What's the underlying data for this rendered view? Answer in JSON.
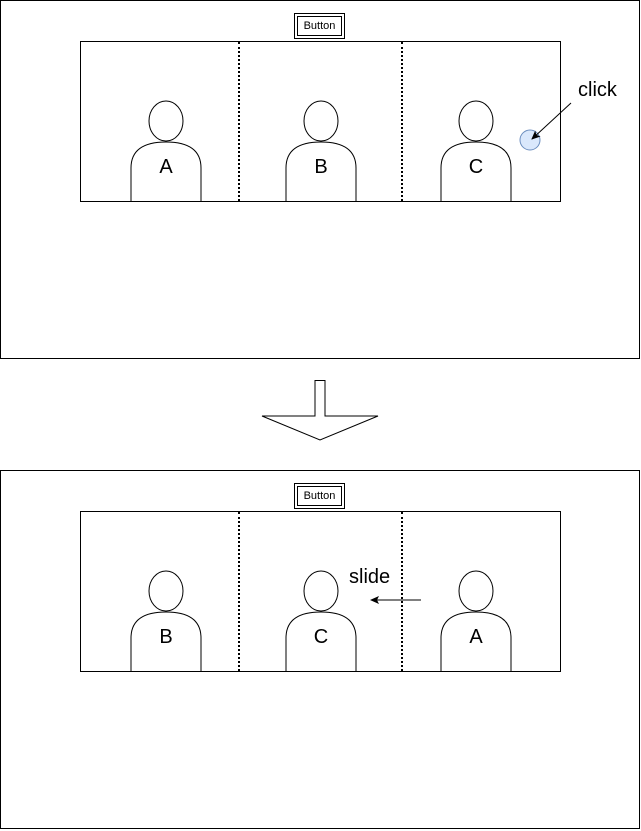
{
  "top_panel": {
    "button_label": "Button",
    "slides": [
      {
        "label": "A"
      },
      {
        "label": "B"
      },
      {
        "label": "C"
      }
    ],
    "annotation": "click"
  },
  "bottom_panel": {
    "button_label": "Button",
    "slides": [
      {
        "label": "B"
      },
      {
        "label": "C"
      },
      {
        "label": "A"
      }
    ],
    "annotation": "slide"
  },
  "icons": {
    "person": "person-icon",
    "flow_arrow": "down-arrow-icon",
    "click_marker": "click-indicator-icon",
    "slide_arrow": "left-arrow-icon"
  },
  "colors": {
    "click_marker_fill": "#dae8fc",
    "click_marker_stroke": "#6c8ebf"
  }
}
